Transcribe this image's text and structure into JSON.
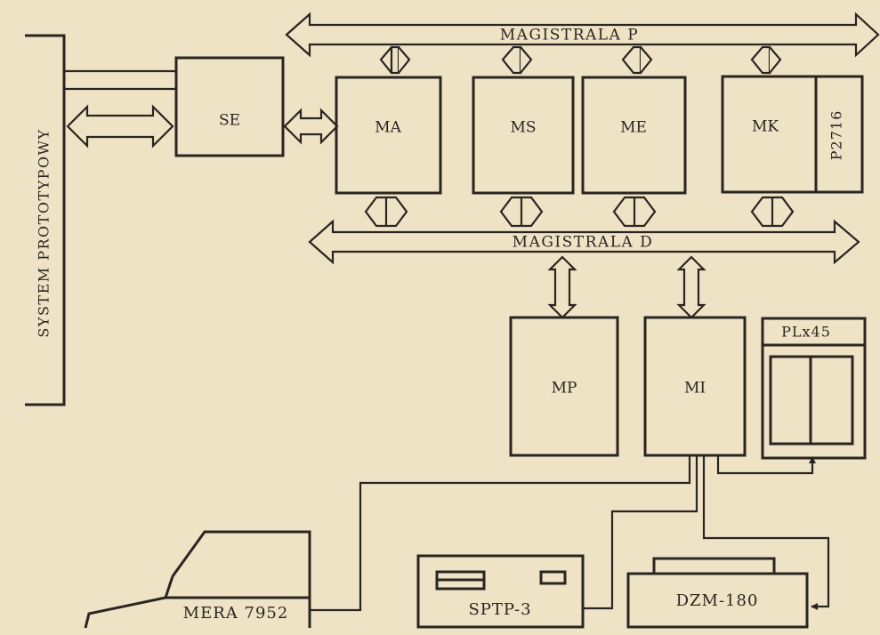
{
  "diagram": {
    "system_label": "SYSTEM PROTOTYPOWY",
    "bus_p_label": "MAGISTRALA P",
    "bus_d_label": "MAGISTRALA D",
    "modules": {
      "se": "SE",
      "ma": "MA",
      "ms": "MS",
      "me": "ME",
      "mk": "MK",
      "p2716": "P2716",
      "mp": "MP",
      "mi": "MI",
      "plx45": "PLx45"
    },
    "devices": {
      "mera": "MERA 7952",
      "sptp": "SPTP-3",
      "dzm": "DZM-180"
    }
  }
}
